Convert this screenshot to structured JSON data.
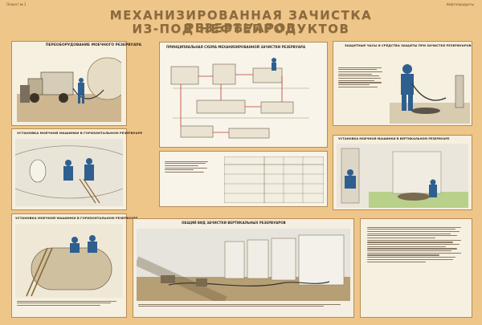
{
  "header": {
    "left_corner": "Плакат № 1",
    "right_corner": "Нефтепродукты",
    "title_line1": "МЕХАНИЗИРОВАННАЯ ЗАЧИСТКА РЕЗЕРВУАРОВ",
    "title_line2": "ИЗ-ПОД НЕФТЕПРОДУКТОВ"
  },
  "panels": {
    "p1_caption": "ПЕРЕОБОРУДОВАНИЕ МОЕЧНОГО РЕЗЕРВУАРА",
    "p2_caption": "ПРИНЦИПИАЛЬНАЯ СХЕМА МЕХАНИЗИРОВАННОЙ ЗАЧИСТКИ РЕЗЕРВУАРА",
    "p3_caption": "ЗАЩИТНЫЕ ЧАСЫ И СРЕДСТВА ЗАЩИТЫ ПРИ ЗАЧИСТКЕ РЕЗЕРВУАРОВ",
    "p4_caption": "УСТАНОВКА МОЕЧНОЙ МАШИНКИ В ГОРИЗОНТАЛЬНОМ РЕЗЕРВУАРЕ",
    "p6_caption": "УСТАНОВКА МОЕЧНОЙ МАШИНКИ В ВЕРТИКАЛЬНОМ РЕЗЕРВУАРЕ",
    "p7_caption": "ОБЩИЙ ВИД ЗАЧИСТКИ ВЕРТИКАЛЬНЫХ РЕЗЕРВУАРОВ"
  },
  "colors": {
    "background": "#efc68a",
    "panel": "#f6f0e0",
    "border": "#b88c55",
    "title": "#8a6a40",
    "tank": "#e6dcc4",
    "worker": "#2f5f8f",
    "ground": "#a07a48"
  },
  "icons": {
    "tank": "tank-icon",
    "truck": "truck-icon",
    "worker": "worker-icon",
    "hose": "hose-icon"
  }
}
